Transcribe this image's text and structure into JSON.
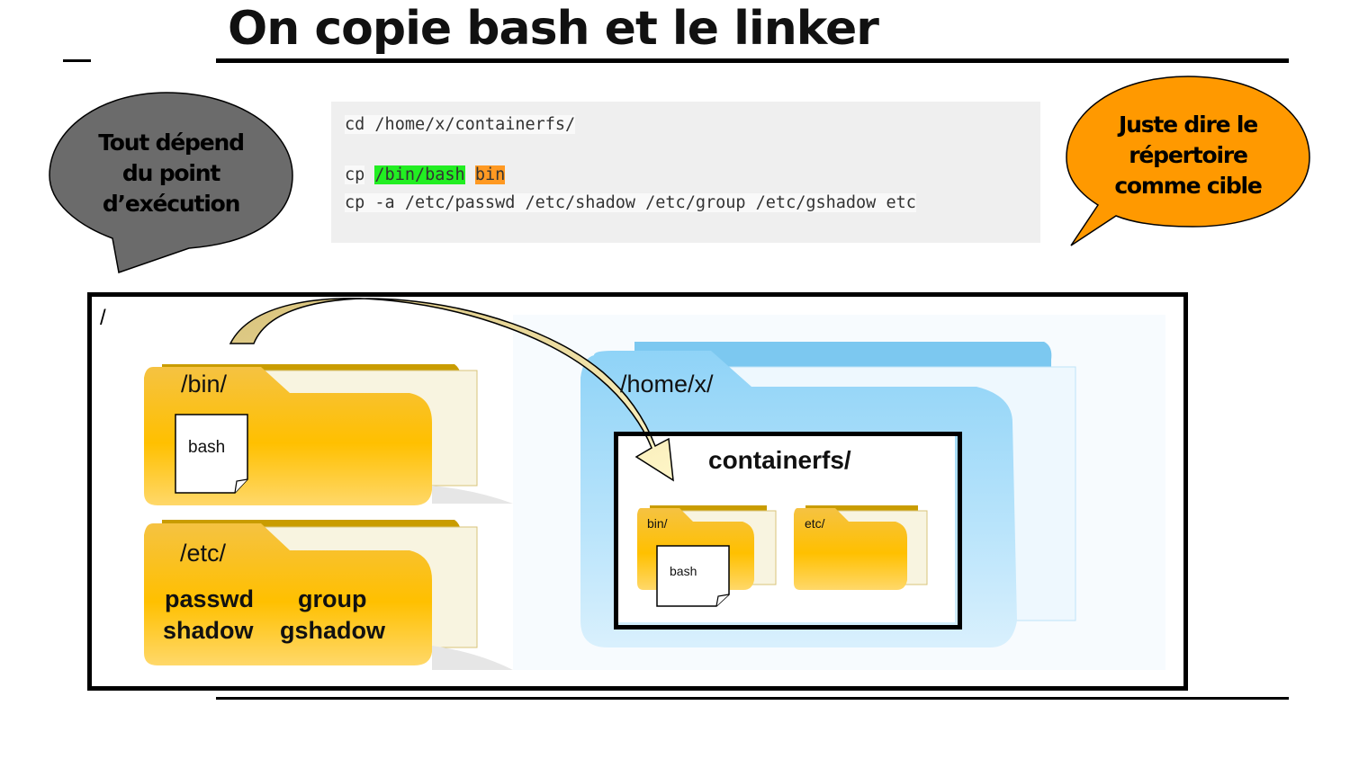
{
  "slide": {
    "title": "On copie bash et le linker"
  },
  "code": {
    "line1": "cd /home/x/containerfs/",
    "line2_cmd": "cp",
    "line2_src": "/bin/bash",
    "line2_dst": "bin",
    "line3": "cp -a /etc/passwd /etc/shadow /etc/group /etc/gshadow etc"
  },
  "bubbles": {
    "left": {
      "lines": [
        "Tout dépend",
        "du point",
        "d’exécution"
      ],
      "color": "#6b6b6b"
    },
    "right": {
      "lines": [
        "Juste dire le",
        "répertoire",
        "comme cible"
      ],
      "color": "#ff9900"
    }
  },
  "diagram": {
    "root_label": "/",
    "bin_folder": {
      "label": "/bin/",
      "file": "bash"
    },
    "etc_folder": {
      "label": "/etc/",
      "files": [
        "passwd",
        "group",
        "shadow",
        "gshadow"
      ]
    },
    "home_folder": {
      "label": "/home/x/"
    },
    "containerfs": {
      "label": "containerfs/",
      "bin": {
        "label": "bin/",
        "file": "bash"
      },
      "etc": {
        "label": "etc/"
      }
    }
  },
  "colors": {
    "folder_yellow": "#ffc000",
    "folder_blue": "#7cc8f0",
    "code_bg": "#efefef",
    "highlight_green": "#22ee22",
    "highlight_orange": "#ff9922"
  }
}
